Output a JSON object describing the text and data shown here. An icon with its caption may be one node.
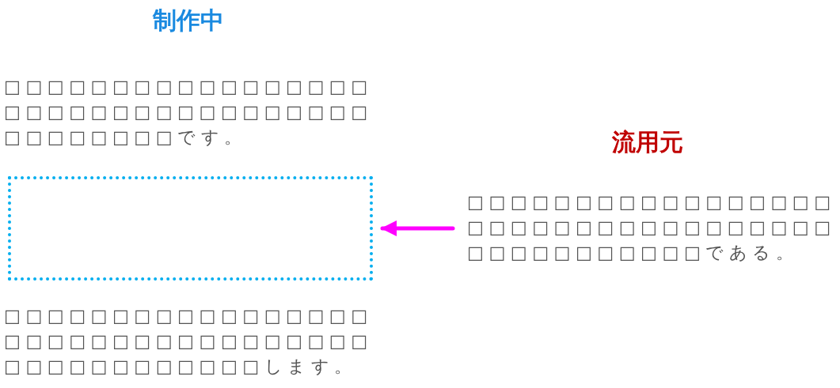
{
  "diagram": {
    "title": "制作中",
    "nodes": [
      {
        "text": [],
        "shape": "box"
      },
      {
        "text": [
          "□□□□□□□□□□□□□□□□□□□□□□□□□□□□□□□□□□□□□□□□□□□□□である。"
        ]
      }
    ],
    "edges": [
      {
        "from": 1,
        "to": 0,
        "arrow": "to",
        "color": "#ff00ff"
      }
    ],
    "labels": [
      "□□□□□□□□□□□□□□□□□□□□□□□□□□□□□□□□□□□□□□□□□□です。",
      "流用元",
      "□□□□□□□□□□□□□□□□□□□□□□□□□□□□□□□□□□□□□□□□□□□□□□します。"
    ]
  }
}
